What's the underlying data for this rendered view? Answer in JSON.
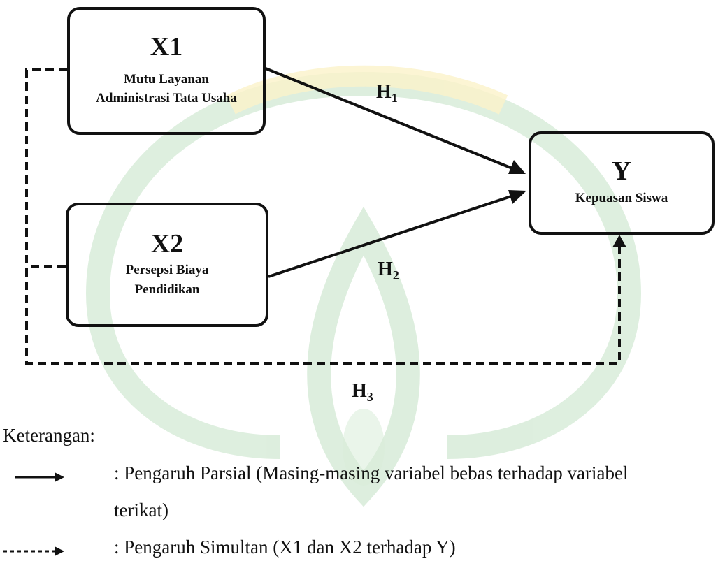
{
  "diagram": {
    "nodes": {
      "x1": {
        "code": "X1",
        "lines": [
          "Mutu Layanan",
          "Administrasi Tata Usaha"
        ]
      },
      "x2": {
        "code": "X2",
        "lines": [
          "Persepsi Biaya",
          "Pendidikan"
        ]
      },
      "y": {
        "code": "Y",
        "lines": [
          "Kepuasan Siswa"
        ]
      }
    },
    "hypotheses": {
      "h1": {
        "letter": "H",
        "sub": "1"
      },
      "h2": {
        "letter": "H",
        "sub": "2"
      },
      "h3": {
        "letter": "H",
        "sub": "3"
      }
    },
    "edges": [
      {
        "from": "X1",
        "to": "Y",
        "style": "solid",
        "label": "H1"
      },
      {
        "from": "X2",
        "to": "Y",
        "style": "solid",
        "label": "H2"
      },
      {
        "from": "X1+X2",
        "to": "Y",
        "style": "dashed",
        "label": "H3"
      }
    ]
  },
  "legend": {
    "title": "Keterangan:",
    "solid_line_1": ": Pengaruh Parsial (Masing-masing variabel bebas terhadap variabel",
    "solid_line_2": "terikat)",
    "dashed": ": Pengaruh Simultan (X1 dan X2 terhadap Y)"
  },
  "colors": {
    "ink": "#111111",
    "watermark_green": "#d8ecd9",
    "watermark_yellow": "#fbf3c9"
  }
}
